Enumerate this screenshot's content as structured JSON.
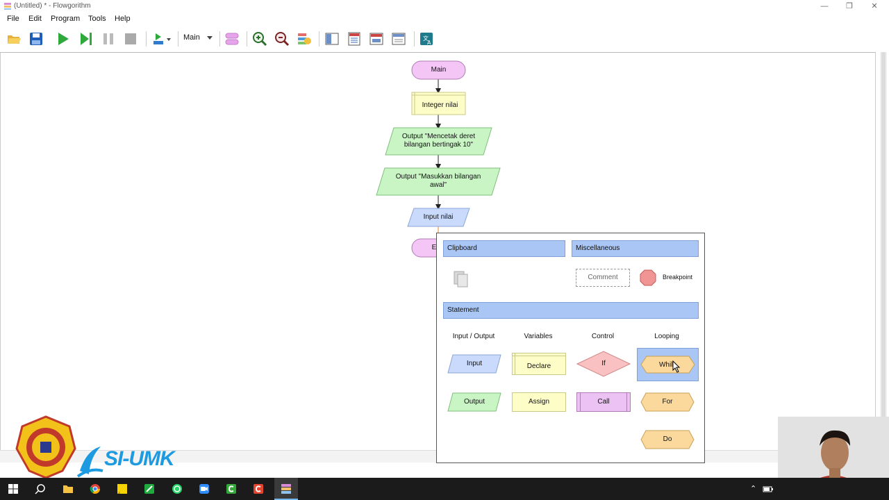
{
  "window": {
    "title": "(Untitled) * - Flowgorithm"
  },
  "menu": [
    "File",
    "Edit",
    "Program",
    "Tools",
    "Help"
  ],
  "toolbar": {
    "function_selected": "Main"
  },
  "flowchart": {
    "start": "Main",
    "declare": "Integer nilai",
    "output1_line1": "Output \"Mencetak deret",
    "output1_line2": "bilangan bertingak 10\"",
    "output2_line1": "Output \"Masukkan bilangan",
    "output2_line2": "awal\"",
    "input": "Input nilai",
    "end_partial": "E"
  },
  "panel": {
    "clipboard_header": "Clipboard",
    "misc_header": "Miscellaneous",
    "comment_label": "Comment",
    "breakpoint_label": "Breakpoint",
    "statement_header": "Statement",
    "columns": [
      "Input / Output",
      "Variables",
      "Control",
      "Looping"
    ],
    "shapes": {
      "input": "Input",
      "declare": "Declare",
      "if": "If",
      "while": "While",
      "output": "Output",
      "assign": "Assign",
      "call": "Call",
      "for": "For",
      "do": "Do"
    }
  },
  "logo": {
    "text": "SI-UMK"
  },
  "colors": {
    "terminal": "#f3c6f6",
    "declare": "#fdfdc8",
    "output": "#c9f5c5",
    "input": "#c9dafc",
    "if": "#f9c1c1",
    "loop": "#fbd89b",
    "call": "#ecc2f4",
    "header": "#a9c6f5",
    "while_highlight": "#a9c6f5"
  }
}
